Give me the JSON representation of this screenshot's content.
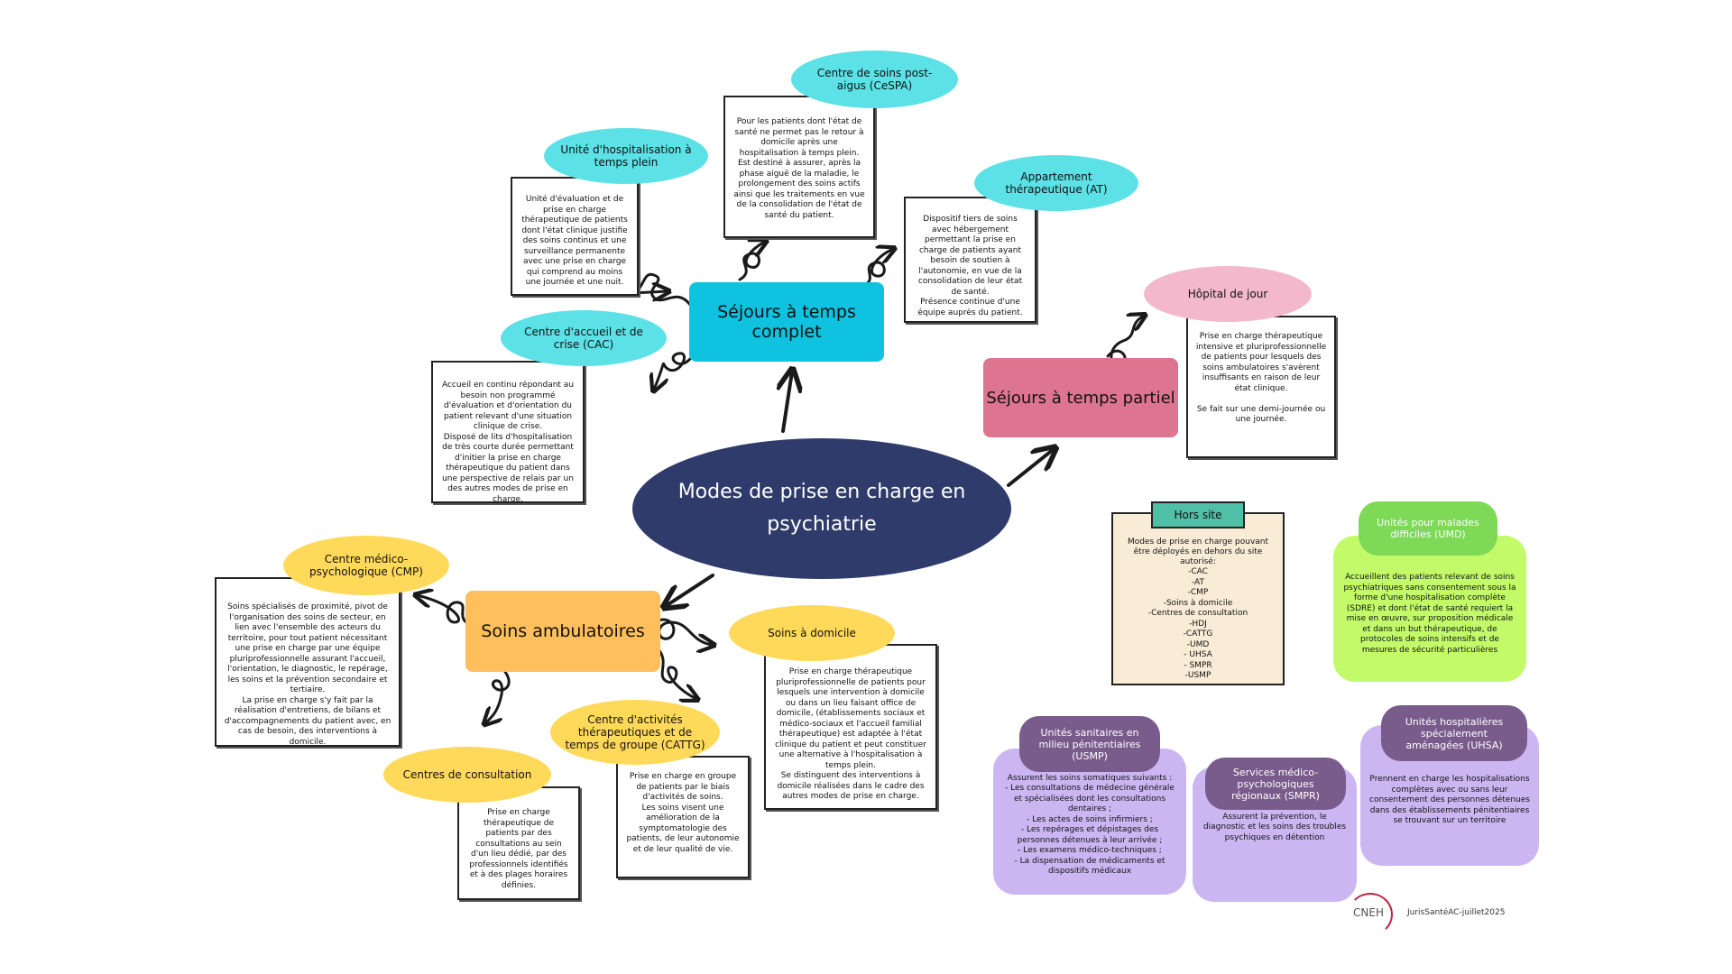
{
  "center": {
    "title": "Modes de prise en charge en psychiatrie"
  },
  "branches": {
    "complet": "Séjours à temps complet",
    "partiel": "Séjours à temps partiel",
    "ambulatoire": "Soins ambulatoires"
  },
  "nodes": {
    "uhtp": {
      "title": "Unité d'hospitalisation à temps plein",
      "text": "Unité d'évaluation et de prise en charge thérapeutique de patients dont l'état clinique justifie des soins continus et une surveillance permanente avec une prise en charge qui comprend au moins une journée et une nuit."
    },
    "cespa": {
      "title": "Centre de soins post-aigus (CeSPA)",
      "text": "Pour les patients dont l'état de santé ne permet pas le retour à domicile après une hospitalisation à temps plein.\nEst destiné à assurer, après la phase aiguë de la maladie, le prolongement des soins actifs ainsi que les traitements en vue de la consolidation de l'état de santé du patient."
    },
    "at": {
      "title": "Appartement thérapeutique (AT)",
      "text": "Dispositif tiers de soins avec hébergement permettant la prise en charge de patients ayant besoin de soutien à l'autonomie, en vue de la consolidation de leur état de santé.\nPrésence continue d'une équipe auprès du patient."
    },
    "cac": {
      "title": "Centre d'accueil et de crise (CAC)",
      "text": "Accueil en continu répondant au besoin non programmé d'évaluation et d'orientation du patient relevant d'une situation clinique de crise.\nDisposé de lits d'hospitalisation de très courte durée permettant d'initier la prise en charge thérapeutique du patient dans une perspective de relais par un des autres modes de prise en charge."
    },
    "hdj": {
      "title": "Hôpital de jour",
      "text": "Prise en charge thérapeutique intensive et pluriprofessionnelle de patients pour lesquels des soins ambulatoires s'avèrent insuffisants en raison de leur état clinique.\n\nSe fait sur une demi-journée ou une journée."
    },
    "cmp": {
      "title": "Centre médico-psychologique (CMP)",
      "text": "Soins spécialisés de proximité, pivot de l'organisation des soins de secteur, en lien avec l'ensemble des acteurs du territoire, pour tout patient nécessitant une prise en charge par une équipe pluriprofessionnelle assurant l'accueil, l'orientation, le diagnostic, le repérage, les soins et la prévention secondaire et tertiaire.\nLa prise en charge s'y fait par la réalisation d'entretiens, de bilans et d'accompagnements du patient avec, en cas de besoin, des interventions à domicile."
    },
    "domicile": {
      "title": "Soins à domicile",
      "text": "Prise en charge thérapeutique pluriprofessionnelle de patients pour lesquels une intervention à domicile ou dans un lieu faisant office de domicile, (établissements sociaux et médico-sociaux et l'accueil familial thérapeutique) est adaptée à l'état clinique du patient et peut constituer une alternative à l'hospitalisation à temps plein.\nSe distinguent des interventions à domicile réalisées dans le cadre des autres modes de prise en charge."
    },
    "cattg": {
      "title": "Centre d'activités thérapeutiques et de temps de groupe (CATTG)",
      "text": "Prise en charge en groupe de patients par le biais d'activités de soins.\nLes soins visent une amélioration de la symptomatologie des patients, de leur autonomie et de leur qualité de vie."
    },
    "consult": {
      "title": "Centres de consultation",
      "text": "Prise en charge thérapeutique de patients par des consultations au sein d'un lieu dédié, par des professionnels identifiés et à des plages horaires définies."
    }
  },
  "hors_site": {
    "title": "Hors site",
    "intro": "Modes de prise en charge pouvant être déployés en dehors du site autorisé:",
    "items": [
      "-CAC",
      "-AT",
      "-CMP",
      "-Soins à domicile",
      "-Centres de consultation",
      "-HDJ",
      "-CATTG",
      "-UMD",
      "- UHSA",
      "- SMPR",
      "-USMP"
    ]
  },
  "umd": {
    "title": "Unités pour malades difficiles (UMD)",
    "text": "Accueillent des patients relevant de soins psychiatriques sans consentement sous la forme d'une hospitalisation complète (SDRE) et dont l'état de santé requiert la mise en œuvre, sur proposition médicale et dans un but thérapeutique, de protocoles de soins intensifs et de mesures de sécurité particulières"
  },
  "usmp": {
    "title": "Unités sanitaires en milieu pénitentiaires (USMP)",
    "text": "Assurent les soins somatiques suivants :\n- Les consultations de médecine générale et spécialisées dont les consultations dentaires ;\n- Les actes de soins infirmiers ;\n- Les repérages et dépistages des personnes détenues à leur arrivée ;\n- Les examens médico-techniques ;\n- La dispensation de médicaments et dispositifs médicaux"
  },
  "smpr": {
    "title": "Services médico-psychologiques régionaux (SMPR)",
    "text": "Assurent la prévention, le diagnostic et les soins des troubles psychiques en détention"
  },
  "uhsa": {
    "title": "Unités hospitalières spécialement aménagées (UHSA)",
    "text": "Prennent en charge les hospitalisations complètes avec ou sans leur consentement des personnes détenues dans des établissements pénitentiaires se trouvant sur un territoire"
  },
  "footer": {
    "logo": "CNEH",
    "credit": "JurisSantéAC-juillet2025"
  },
  "colors": {
    "center": "#2f3b6b",
    "complet": "#0fc2e0",
    "partiel": "#dd7591",
    "ambulatoire": "#ffbf5c",
    "cyan": "#5ce1e6",
    "yellow": "#ffd95a",
    "pink": "#f4b8cc",
    "green": "#c2fa6a",
    "green_title": "#7ed957",
    "purple": "#cbb6f2",
    "purple_title": "#7a5c8c",
    "hors_site_bg": "#f8ecd6",
    "hors_site_title": "#4fbfa8"
  }
}
